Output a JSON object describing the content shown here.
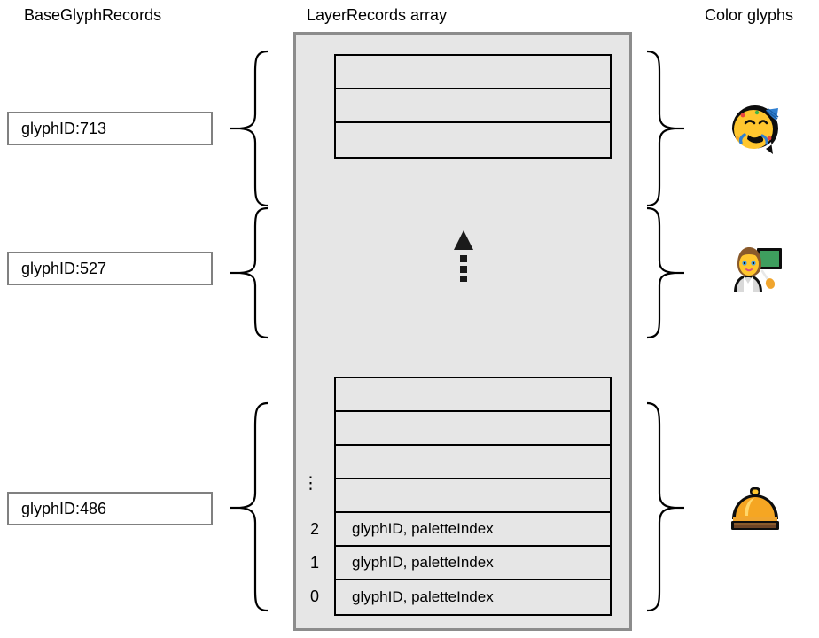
{
  "headings": {
    "base_glyph_records": "BaseGlyphRecords",
    "layer_records_array": "LayerRecords array",
    "color_glyphs": "Color glyphs"
  },
  "base_glyph_records": [
    {
      "label": "glyphID:713"
    },
    {
      "label": "glyphID:527"
    },
    {
      "label": "glyphID:486"
    }
  ],
  "layer_records": {
    "top_group": {
      "rows": [
        {
          "index": "",
          "label": ""
        },
        {
          "index": "",
          "label": ""
        },
        {
          "index": "",
          "label": ""
        }
      ]
    },
    "middle_marker": {
      "icon": "dotted-up-arrow-icon"
    },
    "bottom_group": {
      "rows": [
        {
          "index": "",
          "label": ""
        },
        {
          "index": "",
          "label": ""
        },
        {
          "index": "",
          "label": ""
        },
        {
          "index": "⋮",
          "label": ""
        },
        {
          "index": "2",
          "label": "glyphID, paletteIndex"
        },
        {
          "index": "1",
          "label": "glyphID, paletteIndex"
        },
        {
          "index": "0",
          "label": "glyphID, paletteIndex"
        }
      ]
    }
  },
  "color_glyphs": [
    {
      "icon": "partying-face-emoji",
      "char": "🥳"
    },
    {
      "icon": "woman-teacher-emoji",
      "char": "👩‍🏫"
    },
    {
      "icon": "bellhop-bell-emoji",
      "char": "🛎️"
    }
  ],
  "colors": {
    "panel_fill": "#e6e6e6",
    "panel_border": "#8c8c8c",
    "row_border": "#000000",
    "box_border": "#808080",
    "text": "#000000",
    "background": "#ffffff"
  }
}
